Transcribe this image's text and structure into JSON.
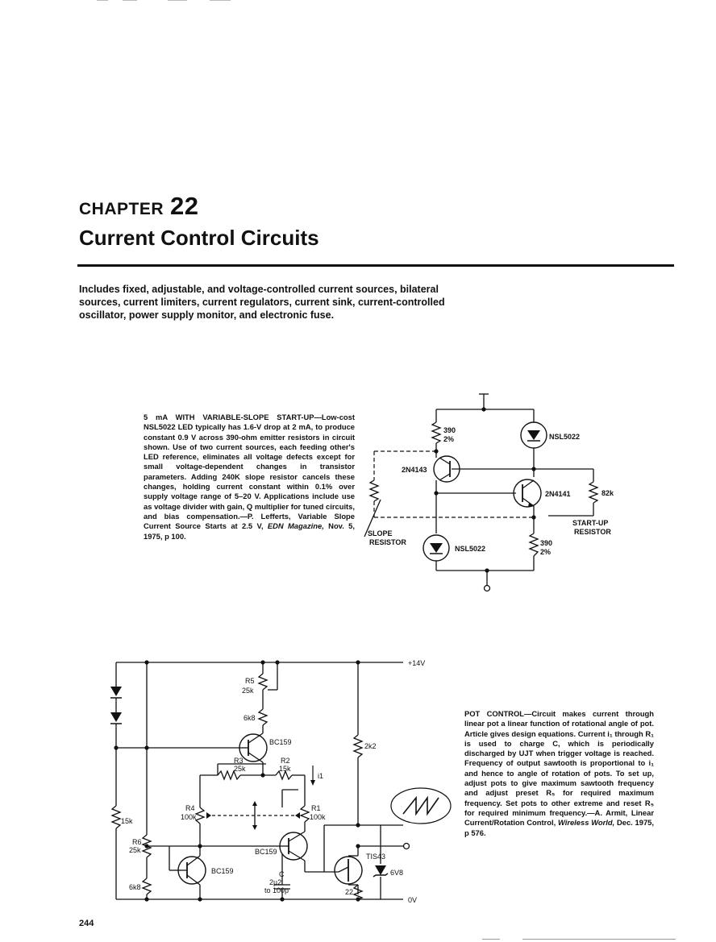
{
  "chapter": {
    "label": "CHAPTER",
    "number": "22",
    "title": "Current Control Circuits"
  },
  "intro": "Includes fixed, adjustable, and voltage-controlled current sources, bilateral sources, current limiters, current regulators, current sink, current-controlled oscillator, power supply monitor, and electronic fuse.",
  "circuit1": {
    "caption_parts": {
      "body": "5 mA WITH VARIABLE-SLOPE START-UP—Low-cost NSL5022 LED typically has 1.6-V drop at 2 mA, to produce constant 0.9 V across 390-ohm emitter resistors in circuit shown. Use of two current sources, each feeding other's LED reference, eliminates all voltage defects except for small voltage-dependent changes in transistor parameters. Adding 240K slope resistor cancels these changes, holding current constant within 0.1% over supply voltage range of 5–20 V. Applications include use as voltage divider with gain, Q multiplier for tuned circuits, and bias compensation.—P. Lefferts, Variable Slope Current Source Starts at 2.5 V, ",
      "source": "EDN Magazine,",
      "tail": " Nov. 5, 1975, p 100."
    },
    "labels": {
      "r_top_value": "390",
      "r_top_tol": "2%",
      "led_top": "NSL5022",
      "q_top": "2N4143",
      "q_mid": "2N4141",
      "r_startup": "82k",
      "startup_1": "START-UP",
      "startup_2": "RESISTOR",
      "slope_1": "SLOPE",
      "slope_2": "RESISTOR",
      "led_bottom": "NSL5022",
      "r_bot_value": "390",
      "r_bot_tol": "2%"
    }
  },
  "circuit2": {
    "caption_parts": {
      "body": "POT CONTROL—Circuit makes current through linear pot a linear function of rotational angle of pot. Article gives design equations. Current i₁ through R₁ is used to charge C, which is periodically discharged by UJT when trigger voltage is reached. Frequency of output sawtooth is proportional to i₁ and hence to angle of rotation of pots. To set up, adjust pots to give maximum sawtooth frequency and adjust preset R₅ for required maximum frequency. Set pots to other extreme and reset R₅ for required minimum frequency.—A. Armit, Linear Current/Rotation Control, ",
      "source": "Wireless World,",
      "tail": " Dec. 1975, p 576."
    },
    "labels": {
      "supply": "+14V",
      "ground": "0V",
      "r5": "R5",
      "r5_val": "25k",
      "r_6k8_top": "6k8",
      "q_bc159_top": "BC159",
      "r3": "R3",
      "r3_val": "25k",
      "r2": "R2",
      "r2_val": "15k",
      "i1": "i1",
      "r4": "R4",
      "r4_val": "100k",
      "r1": "R1",
      "r1_val": "100k",
      "r_2k2": "2k2",
      "r_15k": "15k",
      "r6": "R6",
      "r6_val": "25k",
      "q_bc159_mid": "BC159",
      "q_bc159_bot": "BC159",
      "ujt": "TIS43",
      "zener": "6V8",
      "cap": "C",
      "cap_val_1": "2µ2",
      "cap_val_2": "to 100p",
      "r_22": "22",
      "r_6k8_bot": "6k8"
    }
  },
  "page_number": "244"
}
